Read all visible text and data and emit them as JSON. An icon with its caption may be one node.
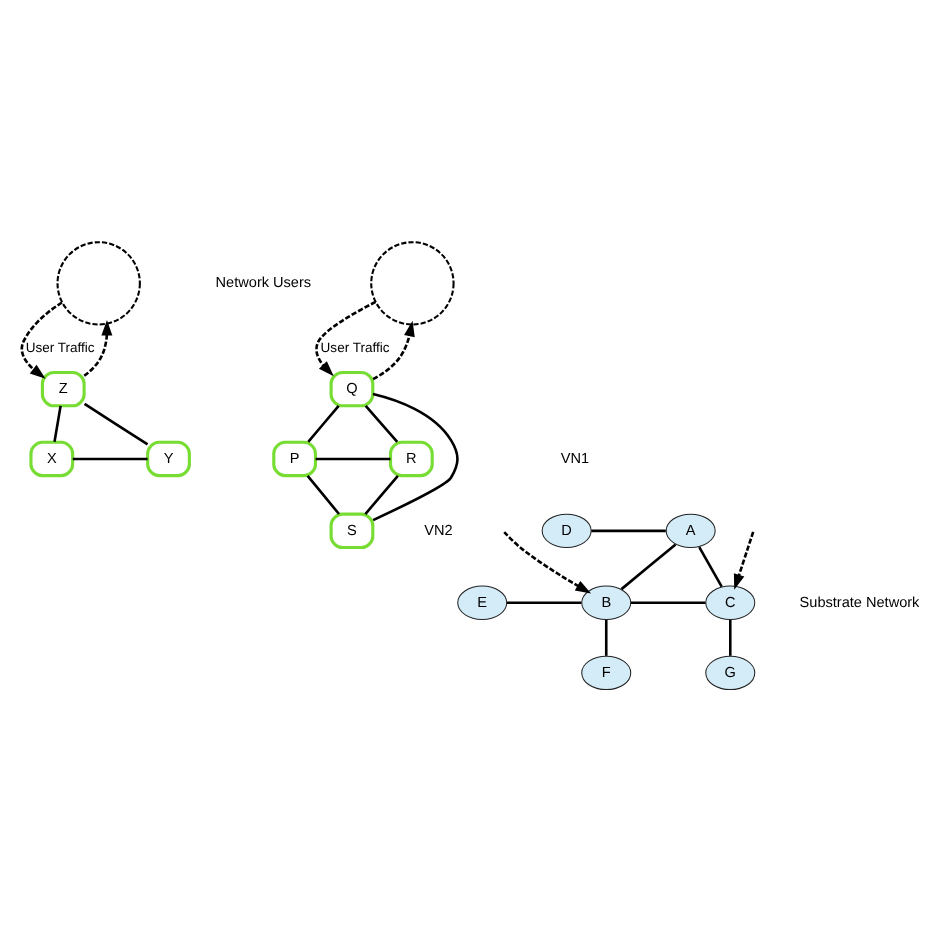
{
  "diagram": {
    "nodes": [
      {
        "text": [],
        "shape": "circle"
      },
      {
        "text": [],
        "shape": "circle"
      },
      {
        "text": [
          "Z"
        ]
      },
      {
        "text": [
          "X"
        ]
      },
      {
        "text": [
          "Y"
        ]
      },
      {
        "text": [
          "Q"
        ]
      },
      {
        "text": [
          "P"
        ]
      },
      {
        "text": [
          "R"
        ]
      },
      {
        "text": [
          "S"
        ]
      },
      {
        "text": [
          "D"
        ]
      },
      {
        "text": [
          "A"
        ]
      },
      {
        "text": [
          "E"
        ]
      },
      {
        "text": [
          "B"
        ]
      },
      {
        "text": [
          "C"
        ]
      },
      {
        "text": [
          "F"
        ]
      },
      {
        "text": [
          "G"
        ]
      }
    ],
    "edges": [
      {
        "from": 0,
        "to": 2,
        "arrow": "to",
        "style": "dashed",
        "label": "User Traffic"
      },
      {
        "from": 2,
        "to": 0,
        "arrow": "to",
        "style": "dashed"
      },
      {
        "from": 5,
        "to": 1,
        "arrow": "to",
        "style": "dashed"
      },
      {
        "from": 1,
        "to": 5,
        "arrow": "to",
        "style": "dashed",
        "label": "User Traffic"
      },
      {
        "from": 2,
        "to": 3,
        "arrow": "none"
      },
      {
        "from": 2,
        "to": 4,
        "arrow": "none"
      },
      {
        "from": 3,
        "to": 4,
        "arrow": "none"
      },
      {
        "from": 5,
        "to": 6,
        "arrow": "none"
      },
      {
        "from": 5,
        "to": 7,
        "arrow": "none"
      },
      {
        "from": 5,
        "to": 8,
        "arrow": "none"
      },
      {
        "from": 6,
        "to": 7,
        "arrow": "none"
      },
      {
        "from": 6,
        "to": 8,
        "arrow": "none"
      },
      {
        "from": 7,
        "to": 8,
        "arrow": "none"
      },
      {
        "from": null,
        "to": 12,
        "arrow": "to",
        "style": "dashed"
      },
      {
        "from": null,
        "to": 13,
        "arrow": "to",
        "style": "dashed"
      },
      {
        "from": 9,
        "to": 10,
        "arrow": "none"
      },
      {
        "from": 10,
        "to": 12,
        "arrow": "none"
      },
      {
        "from": 10,
        "to": 13,
        "arrow": "none"
      },
      {
        "from": 11,
        "to": 12,
        "arrow": "none"
      },
      {
        "from": 12,
        "to": 13,
        "arrow": "none"
      },
      {
        "from": 12,
        "to": 14,
        "arrow": "none"
      },
      {
        "from": 13,
        "to": 15,
        "arrow": "none"
      }
    ],
    "labels": [
      "Network Users",
      "VN1",
      "VN2",
      "Substrate Network"
    ]
  }
}
